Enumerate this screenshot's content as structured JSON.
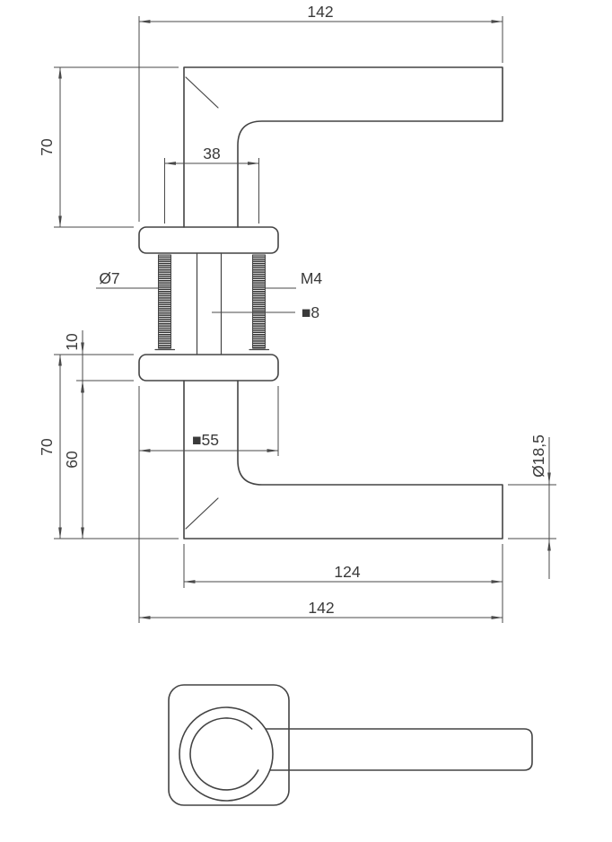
{
  "colors": {
    "background": "#ffffff",
    "object_line": "#444444",
    "dimension_line": "#4a4a4a",
    "text": "#3a3a3a",
    "screw_fill": "#333333"
  },
  "drawing": {
    "type": "technical-dimension-drawing",
    "views": {
      "side_view": "door lever handle pair on roses with connecting screws and spindle (side elevation)",
      "front_view": "lever handle on square rose (front view)"
    },
    "labels": {
      "total_length_top": "142",
      "height_top": "70",
      "hole_spacing": "38",
      "screw_diameter": "Ø7",
      "thread_size": "M4",
      "spindle_size": "■8",
      "rose_thickness": "10",
      "height_bottom": "70",
      "under_rose_height": "60",
      "rose_size": "■55",
      "grip_diameter": "Ø18,5",
      "grip_length": "124",
      "total_length_bottom": "142"
    }
  }
}
